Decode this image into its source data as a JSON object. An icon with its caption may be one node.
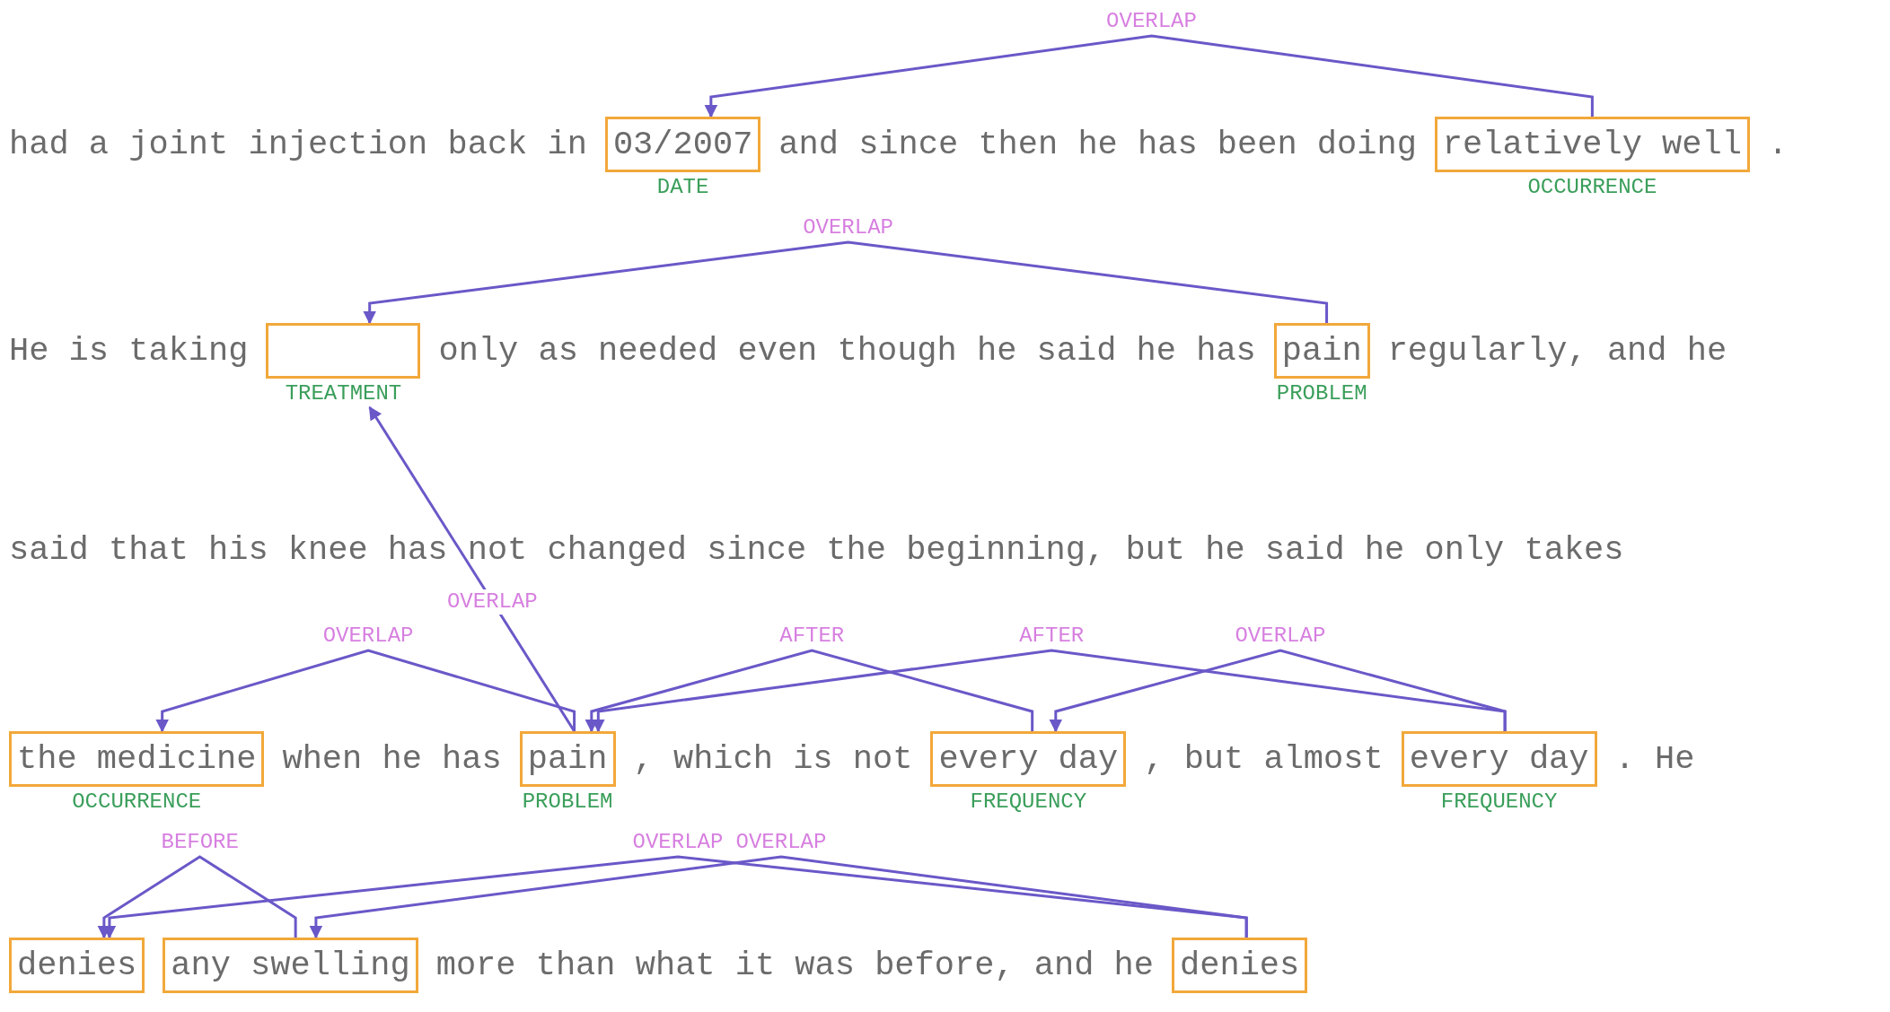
{
  "diagram": {
    "nodes": [
      {
        "text": [
          "03/2007"
        ],
        "beside": [
          "DATE"
        ]
      },
      {
        "text": [
          "relatively well"
        ],
        "beside": [
          "OCCURRENCE"
        ]
      },
      {
        "text": [],
        "shape": "box",
        "beside": [
          "TREATMENT"
        ]
      },
      {
        "text": [
          "pain"
        ],
        "beside": [
          "PROBLEM"
        ]
      },
      {
        "text": [
          "the medicine"
        ],
        "beside": [
          "OCCURRENCE"
        ]
      },
      {
        "text": [
          "pain"
        ],
        "beside": [
          "PROBLEM"
        ]
      },
      {
        "text": [
          "every day"
        ],
        "beside": [
          "FREQUENCY"
        ]
      },
      {
        "text": [
          "every day"
        ],
        "beside": [
          "FREQUENCY"
        ]
      },
      {
        "text": [
          "denies"
        ]
      },
      {
        "text": [
          "any swelling"
        ]
      },
      {
        "text": [
          "denies"
        ]
      }
    ],
    "edges": [
      {
        "from": 1,
        "to": 0,
        "arrow": "to",
        "label": "OVERLAP"
      },
      {
        "from": 3,
        "to": 2,
        "arrow": "to",
        "label": "OVERLAP"
      },
      {
        "from": 5,
        "to": 2,
        "arrow": "to",
        "label": "OVERLAP"
      },
      {
        "from": 5,
        "to": 4,
        "arrow": "to",
        "label": "OVERLAP"
      },
      {
        "from": 6,
        "to": 5,
        "arrow": "to",
        "label": "AFTER"
      },
      {
        "from": 7,
        "to": 5,
        "arrow": "to",
        "label": "AFTER"
      },
      {
        "from": 7,
        "to": 6,
        "arrow": "to",
        "label": "OVERLAP"
      },
      {
        "from": 9,
        "to": 8,
        "arrow": "to",
        "label": "BEFORE"
      },
      {
        "from": 10,
        "to": 8,
        "arrow": "to",
        "label": "OVERLAP"
      },
      {
        "from": 10,
        "to": 9,
        "arrow": "to",
        "label": "OVERLAP"
      }
    ],
    "labels": [
      "had a joint injection back in",
      "and since then he has been doing",
      ".",
      "He is taking",
      "only as needed even though he said he has",
      "regularly, and he",
      "said that his knee has not changed since the beginning, but he said he only takes",
      "when he has",
      ", which is not",
      ", but almost",
      ". He",
      "more than what it was before, and he"
    ]
  }
}
